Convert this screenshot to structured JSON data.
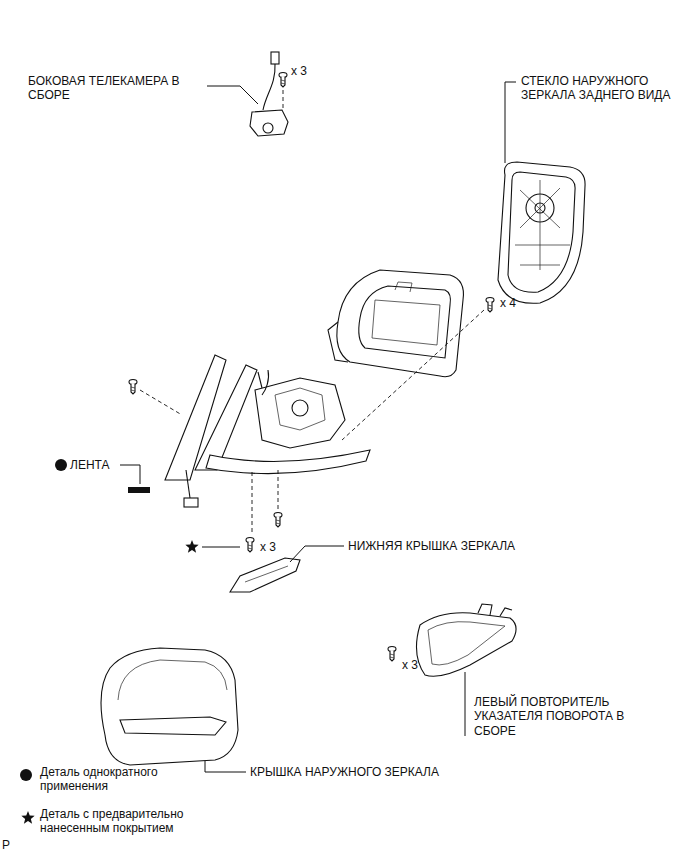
{
  "diagram": {
    "labels": [
      "БОКОВАЯ ТЕЛЕКАМЕРА В СБОРЕ",
      "x 3",
      "СТЕКЛО НАРУЖНОГО ЗЕРКАЛА ЗАДНЕГО ВИДА",
      "x 4",
      "ЛЕНТА",
      "x 3",
      "НИЖНЯЯ КРЫШКА ЗЕРКАЛА",
      "x 3",
      "ЛЕВЫЙ ПОВТОРИТЕЛЬ УКАЗАТЕЛЯ ПОВОРОТА В СБОРЕ",
      "КРЫШКА НАРУЖНОГО ЗЕРКАЛА",
      "P"
    ],
    "legend": [
      {
        "text": "Деталь однократного применения"
      },
      {
        "text": "Деталь с предварительно нанесенным покрытием"
      }
    ]
  }
}
